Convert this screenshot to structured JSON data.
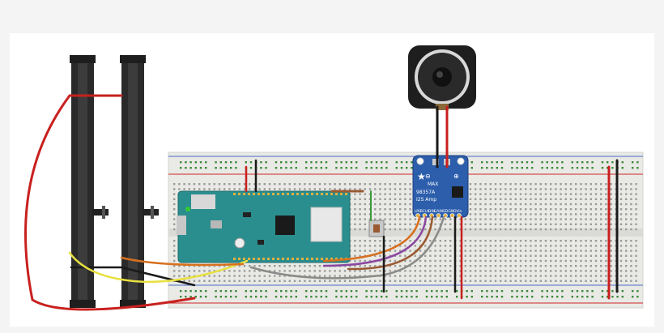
{
  "amp_board": {
    "title_line1": "MAX",
    "title_line2": "98357A",
    "title_line3": "I2S Amp",
    "pin_labels": [
      "LRC",
      "BCLK",
      "DIN",
      "GAIN",
      "SD",
      "GND",
      "Vin"
    ],
    "polarity_plus": "⊕",
    "polarity_minus": "⊖"
  },
  "colors": {
    "board_bg": "#ffffff",
    "breadboard": "#e8e8e4",
    "arduino": "#2a8c8c",
    "amp": "#2a5aa8",
    "wire_red": "#c8201e",
    "wire_black": "#1a1a1a",
    "wire_yellow": "#e8e040",
    "wire_orange": "#d8701e",
    "wire_purple": "#8a48a0",
    "wire_gray": "#8a8a8a",
    "wire_brown": "#9a5a32"
  },
  "icons": [
    "speaker-icon",
    "potentiometer-icon",
    "push-button-icon",
    "star-logo-icon"
  ]
}
